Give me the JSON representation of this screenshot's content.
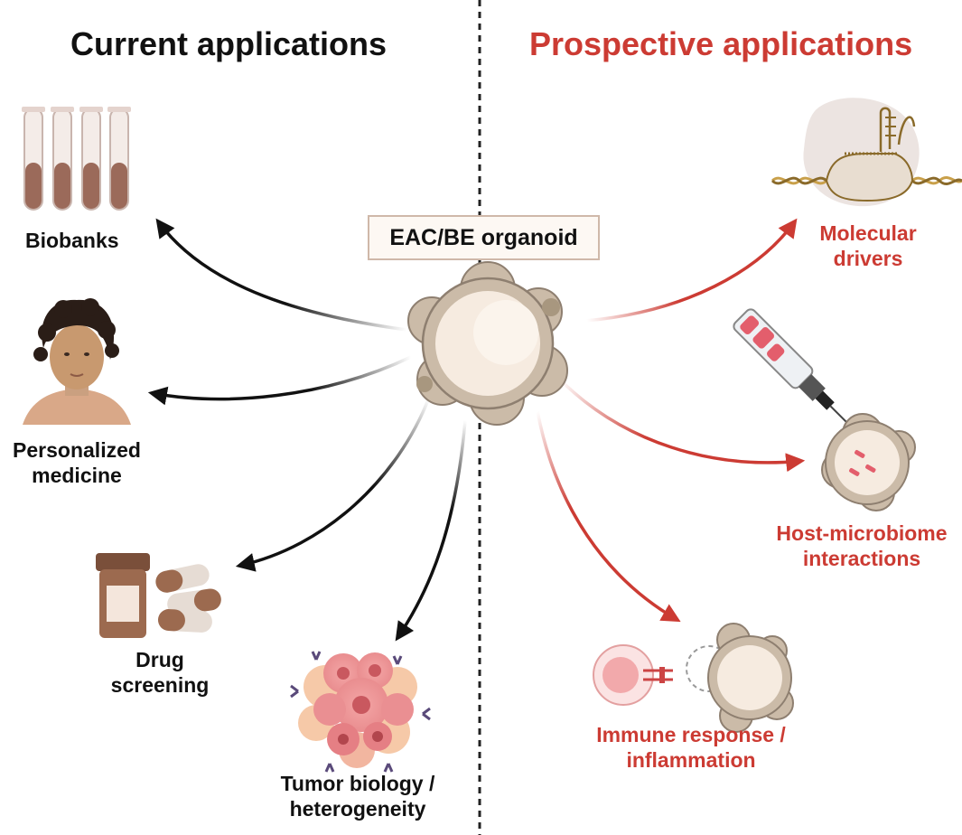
{
  "headings": {
    "current": "Current applications",
    "prospective": "Prospective applications"
  },
  "center": {
    "label": "EAC/BE organoid"
  },
  "current_applications": [
    {
      "line1": "Biobanks",
      "line2": "",
      "icon": "test-tubes-icon"
    },
    {
      "line1": "Personalized",
      "line2": "medicine",
      "icon": "person-portrait-icon"
    },
    {
      "line1": "Drug",
      "line2": "screening",
      "icon": "pill-bottle-capsules-icon"
    },
    {
      "line1": "Tumor biology /",
      "line2": "heterogeneity",
      "icon": "tumor-cell-cluster-icon"
    }
  ],
  "prospective_applications": [
    {
      "line1": "Molecular",
      "line2": "drivers",
      "icon": "dna-transcription-icon"
    },
    {
      "line1": "Host-microbiome",
      "line2": "interactions",
      "icon": "microinjection-organoid-icon"
    },
    {
      "line1": "Immune response /",
      "line2": "inflammation",
      "icon": "immune-cell-organoid-icon"
    }
  ],
  "colors": {
    "current_arrow": "#111111",
    "prospective_arrow": "#cc3b33",
    "prospective_text": "#cc3b33",
    "organoid_outer": "#cbbba8",
    "organoid_inner": "#f6ebe0",
    "tube_fill": "#9b6a5a"
  }
}
